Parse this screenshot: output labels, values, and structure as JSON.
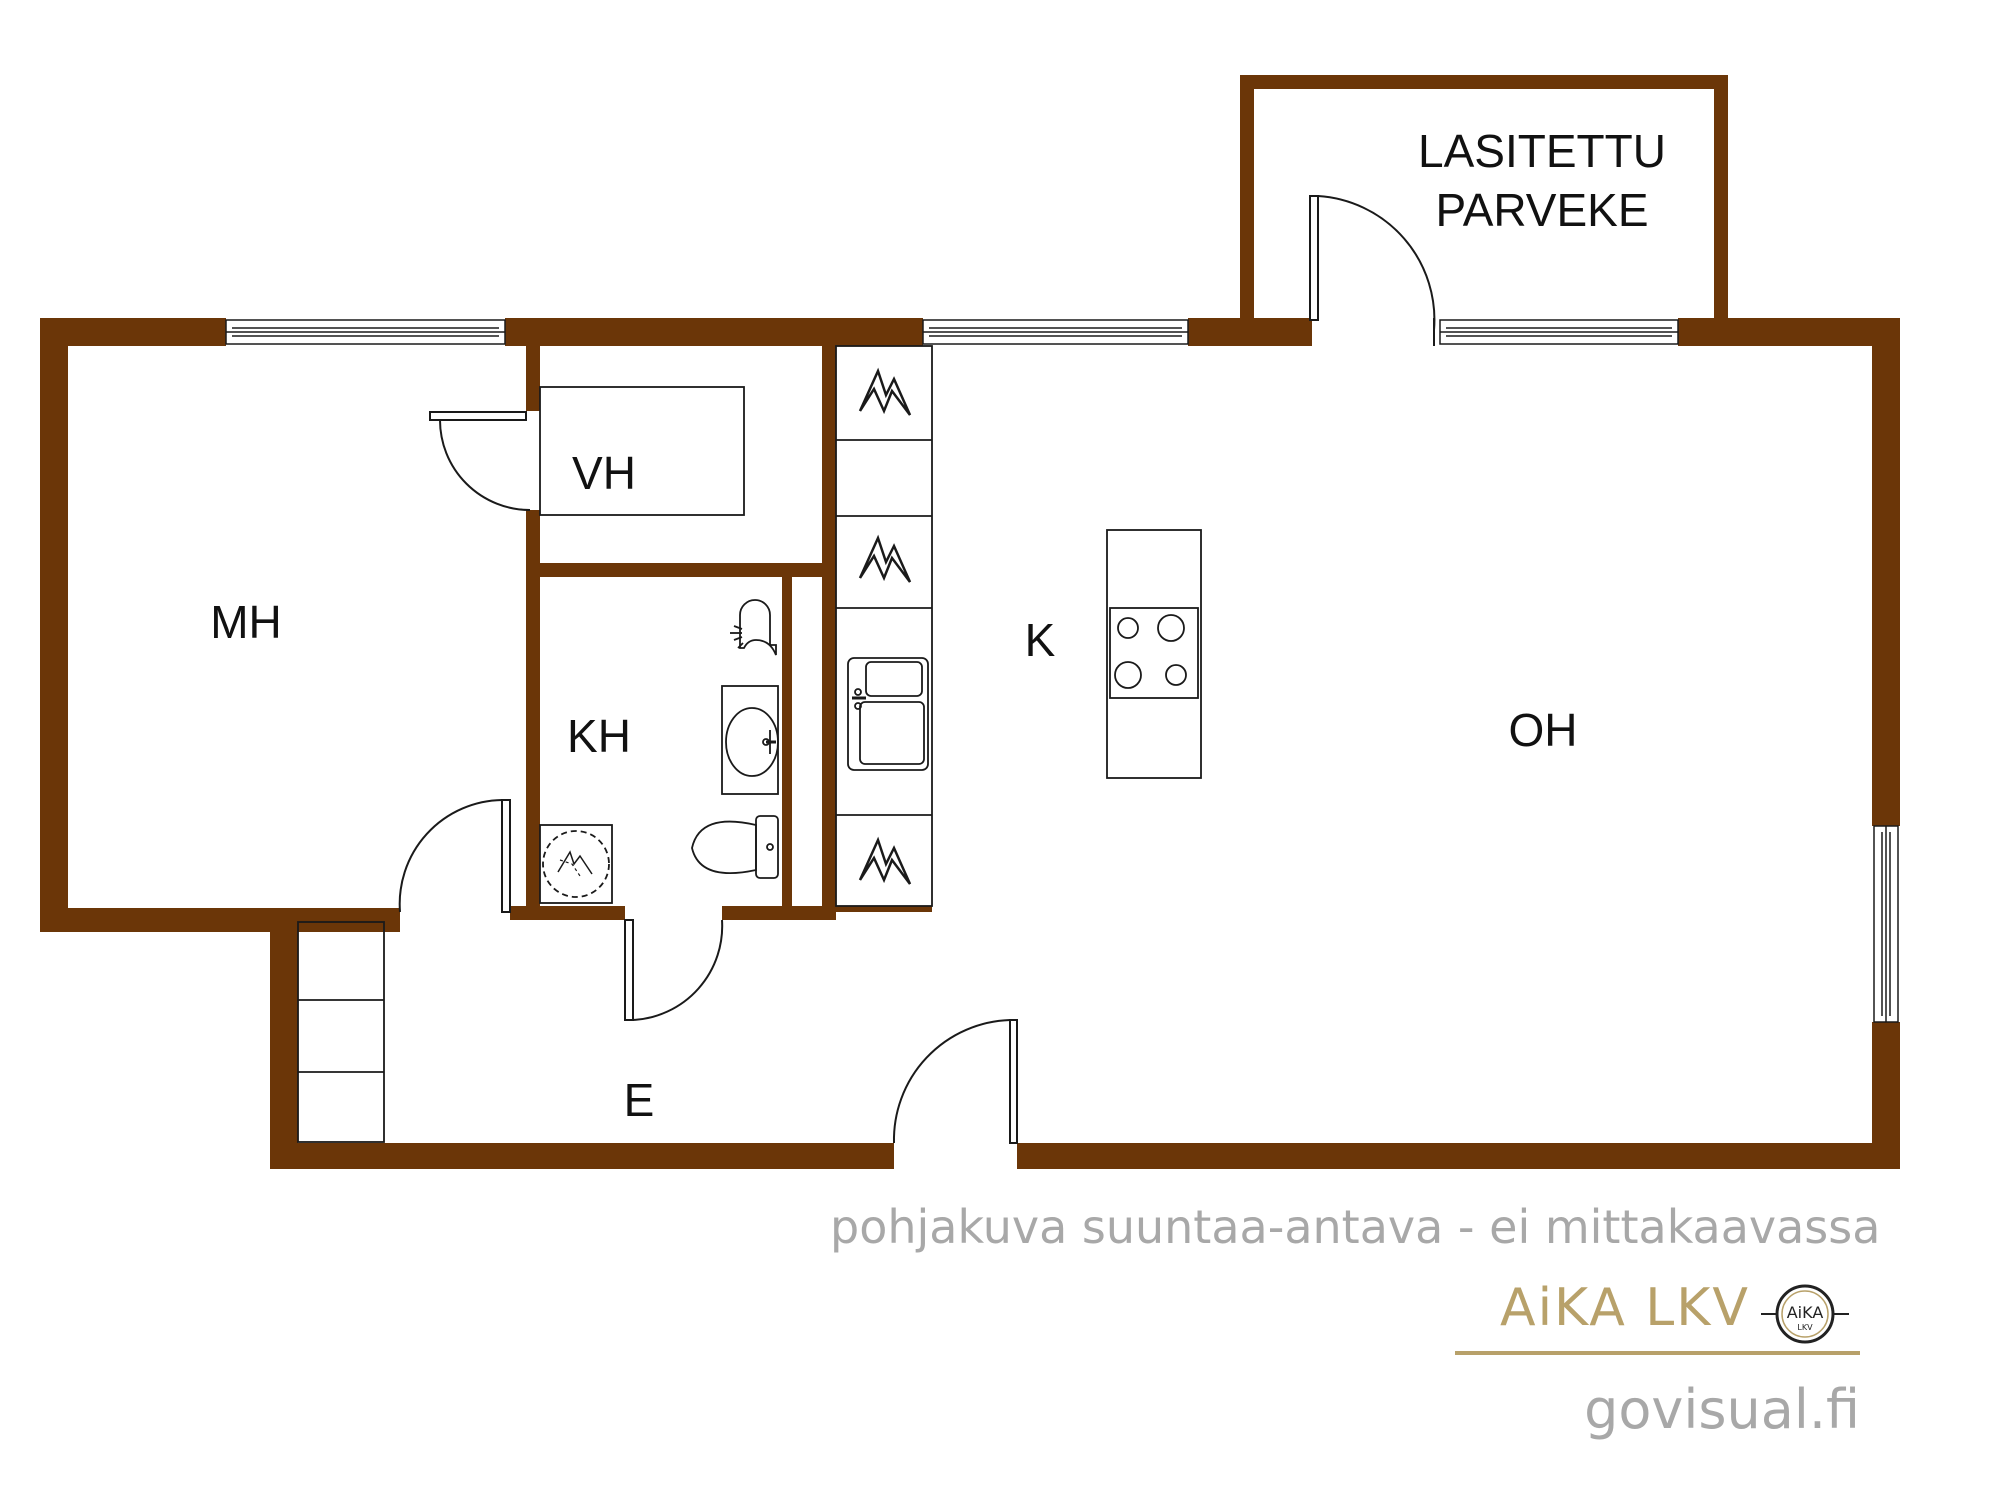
{
  "colors": {
    "wall": "#6b3608",
    "line": "#1a1a1a",
    "caption": "#a8a8a8",
    "brand": "#b8a16a"
  },
  "rooms": {
    "lasitettu_line1": "LASITETTU",
    "lasitettu_line2": "PARVEKE",
    "vh": "VH",
    "mh": "MH",
    "kh": "KH",
    "k": "K",
    "oh": "OH",
    "e": "E"
  },
  "footer": {
    "disclaimer": "pohjakuva suuntaa-antava - ei mittakaavassa",
    "brand": "AiKA LKV",
    "brand_logo_text": "AiKA",
    "brand_logo_sub": "LKV",
    "website": "govisual.fi"
  },
  "icons": {
    "appliance": "lightning-icon",
    "sink": "sink-icon",
    "stove": "stove-icon",
    "toilet": "toilet-icon",
    "shower": "shower-icon",
    "washbasin": "washbasin-icon"
  }
}
